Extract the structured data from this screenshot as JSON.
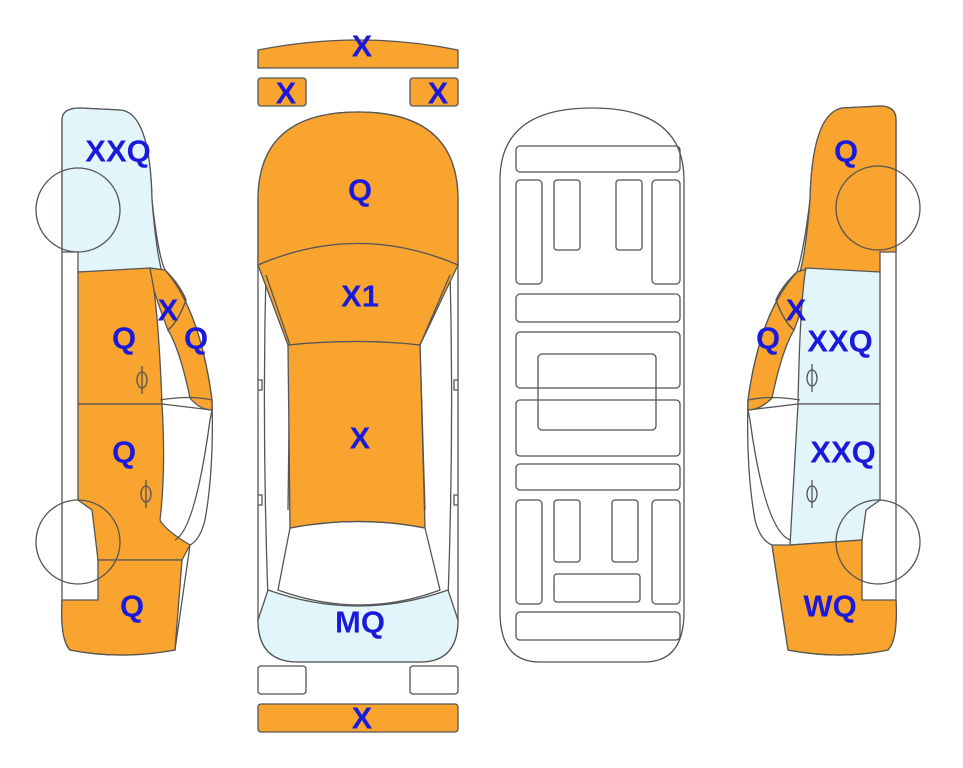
{
  "colors": {
    "damaged": "#f8a42f",
    "glass": "#e2f5fb",
    "outline": "#555555",
    "label": "#1a1adb"
  },
  "legend_unprinted": "X = damage marks as printed on panels",
  "labels": {
    "front_bumper_strip": "X",
    "left_headlight": "X",
    "right_headlight": "X",
    "hood": "Q",
    "windshield": "X1",
    "roof": "X",
    "rear_window": "MQ",
    "rear_bumper_strip": "X",
    "left_front_fender": "XXQ",
    "left_a_pillar": "X",
    "left_windshield_side": "Q",
    "left_front_door": "Q",
    "left_rear_door": "Q",
    "left_rear_quarter": "Q",
    "right_rear_quarter_top": "Q",
    "right_window_pillar": "X",
    "right_rear_glass_side": "Q",
    "right_front_door": "XXQ",
    "right_rear_door": "XXQ",
    "right_front_quarter": "WQ"
  }
}
